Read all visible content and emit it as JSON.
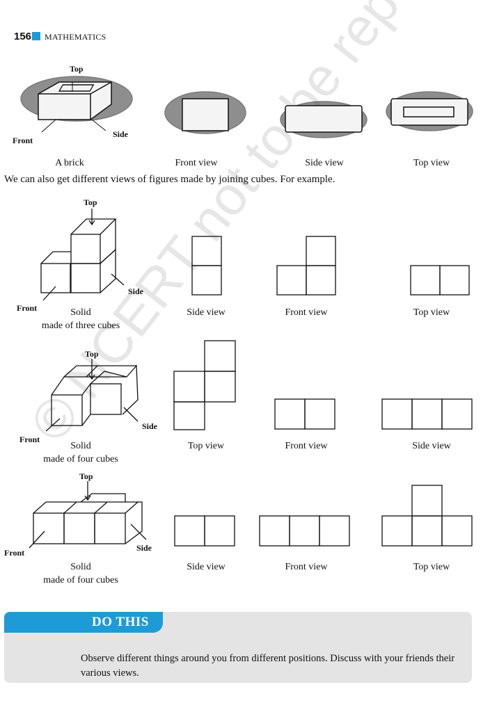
{
  "header": {
    "page_number": "156",
    "book_title": "MATHEMATICS"
  },
  "brick": {
    "labels": {
      "top": "Top",
      "front": "Front",
      "side": "Side"
    },
    "captions": [
      "A brick",
      "Front view",
      "Side view",
      "Top view"
    ]
  },
  "intro_text": "We can also get different views of figures made by joining cubes. For example.",
  "figures": [
    {
      "labels": {
        "top": "Top",
        "front": "Front",
        "side": "Side"
      },
      "solid_caption_1": "Solid",
      "solid_caption_2": "made of three cubes",
      "view_captions": [
        "Side view",
        "Front view",
        "Top view"
      ]
    },
    {
      "labels": {
        "top": "Top",
        "front": "Front",
        "side": "Side"
      },
      "solid_caption_1": "Solid",
      "solid_caption_2": "made of four cubes",
      "view_captions": [
        "Top view",
        "Front view",
        "Side view"
      ]
    },
    {
      "labels": {
        "top": "Top",
        "front": "Front",
        "side": "Side"
      },
      "solid_caption_1": "Solid",
      "solid_caption_2": "made of four cubes",
      "view_captions": [
        "Side view",
        "Front view",
        "Top view"
      ]
    }
  ],
  "watermark": "© NCERT not to be republished",
  "do_this": {
    "title": "DO THIS",
    "text": "Observe different things around you from different positions. Discuss with your friends their various views."
  },
  "colors": {
    "accent": "#1e9bd7",
    "box_bg": "#e4e4e4"
  }
}
